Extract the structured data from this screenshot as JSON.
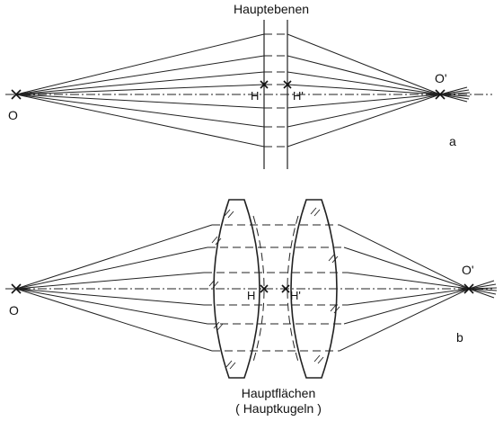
{
  "top": {
    "title": "Hauptebenen",
    "object_label": "O",
    "image_label": "O'",
    "principal_point_1": "H",
    "principal_point_2": "H'",
    "panel_label": "a"
  },
  "bottom": {
    "caption_line1": "Hauptflächen",
    "caption_line2": "( Hauptkugeln )",
    "object_label": "O",
    "image_label": "O'",
    "principal_point_1": "H",
    "principal_point_2": "H'",
    "panel_label": "b"
  }
}
